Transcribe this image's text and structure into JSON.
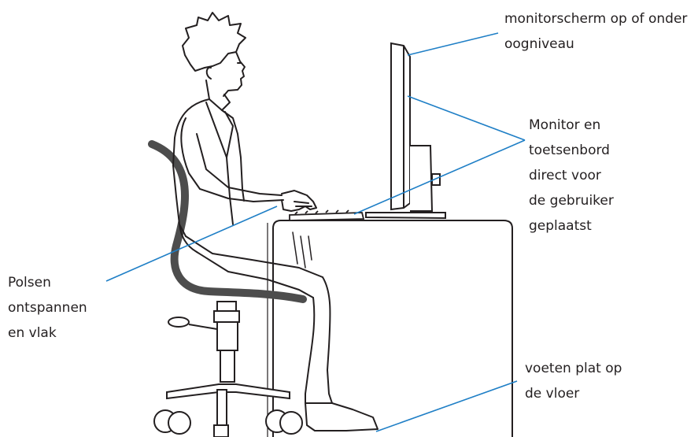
{
  "labels": {
    "monitor_height": [
      "monitorscherm op of onder",
      "oogniveau"
    ],
    "monitor_keyboard": [
      "Monitor en",
      "toetsenbord",
      "direct voor",
      "de gebruiker",
      "geplaatst"
    ],
    "wrists": [
      "Polsen",
      "ontspannen",
      "en vlak"
    ],
    "feet": [
      "voeten plat op",
      "de vloer"
    ]
  },
  "colors": {
    "leader_line": "#1f7fc6",
    "drawing_stroke": "#231f20",
    "chair": "#4d4d4d",
    "text": "#231f20"
  }
}
